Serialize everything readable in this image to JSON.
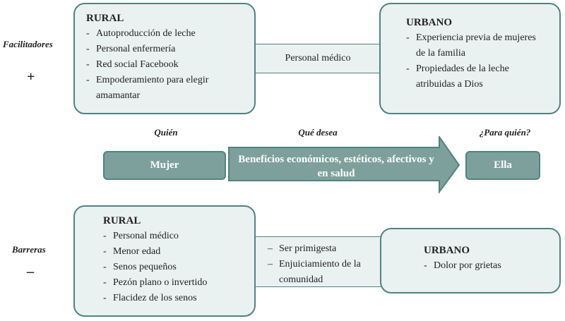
{
  "facilitators": {
    "label": "Facilitadores",
    "sign": "+",
    "rural": {
      "title": "RURAL",
      "items": [
        "Autoproducción de leche",
        "Personal enfermería",
        "Red social Facebook",
        "Empoderamiento para elegir amamantar"
      ]
    },
    "shared": "Personal médico",
    "urban": {
      "title": "URBANO",
      "items": [
        "Experiencia previa de mujeres de la familia",
        "Propiedades de la leche atribuidas a Dios"
      ]
    }
  },
  "center": {
    "who_label": "Quién",
    "what_label": "Qué desea",
    "for_whom_label": "¿Para quién?",
    "who": "Mujer",
    "what": "Beneficios económicos, estéticos, afectivos y en salud",
    "for_whom": "Ella"
  },
  "barriers": {
    "label": "Barreras",
    "sign": "–",
    "rural": {
      "title": "RURAL",
      "items": [
        "Personal médico",
        "Menor edad",
        "Senos pequeños",
        "Pezón plano o invertido",
        "Flacidez de los senos"
      ]
    },
    "shared": [
      "Ser primigesta",
      "Enjuiciamiento de la comunidad"
    ],
    "urban": {
      "title": "URBANO",
      "items": [
        "Dolor por grietas"
      ]
    }
  },
  "colors": {
    "box_fill": "#eaf1f1",
    "border": "#4f8480",
    "pill_fill": "#7ea09c"
  }
}
